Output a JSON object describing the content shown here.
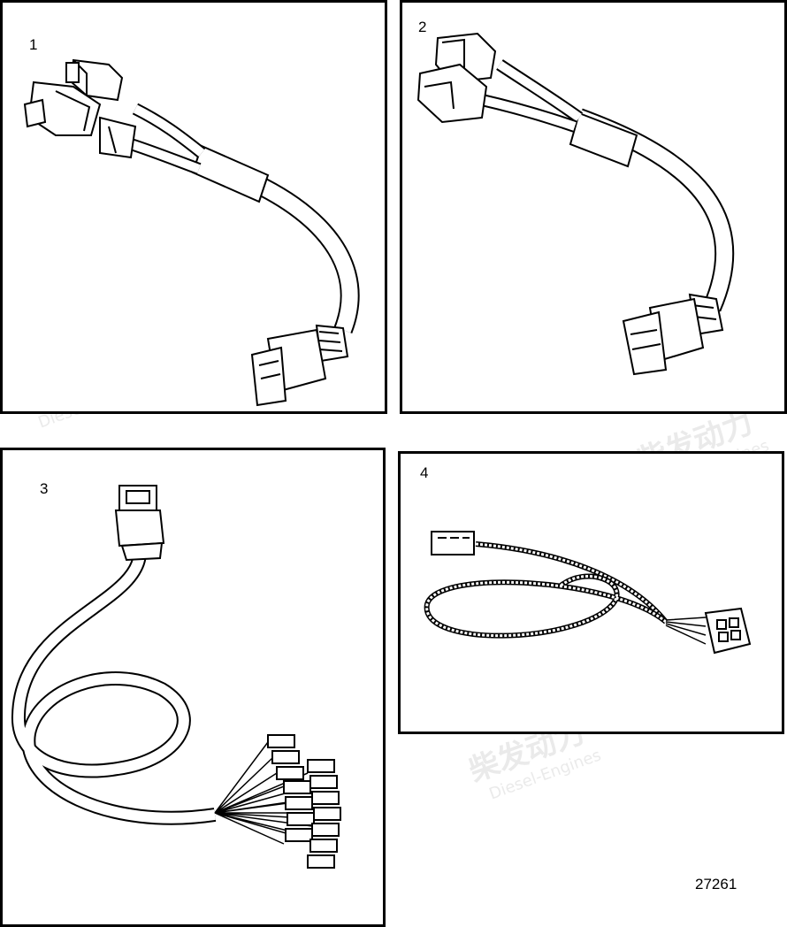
{
  "panels": [
    {
      "label": "1"
    },
    {
      "label": "2"
    },
    {
      "label": "3"
    },
    {
      "label": "4"
    }
  ],
  "reference_number": "27261",
  "watermark": {
    "cn": "柴发动力",
    "en": "Diesel-Engines"
  },
  "colors": {
    "line": "#000000",
    "background": "#ffffff",
    "watermark": "#a0a0a0"
  }
}
